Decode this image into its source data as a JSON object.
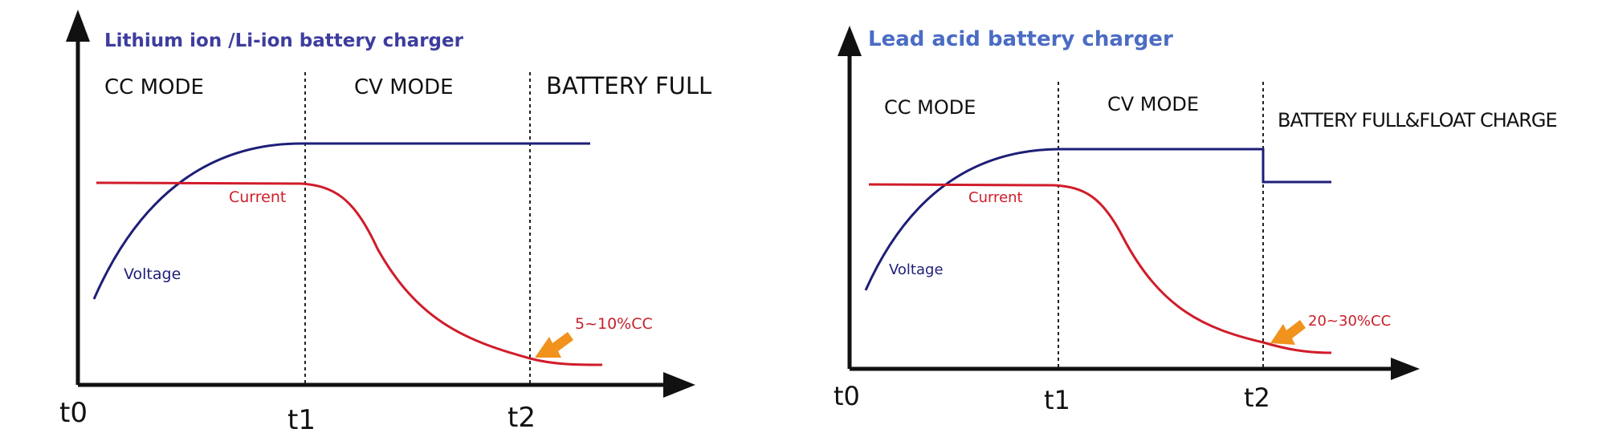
{
  "colors": {
    "axis": "#111111",
    "voltage": "#1e1e78",
    "current": "#d01c2a",
    "title_left": "#3d3d9e",
    "title_right": "#4a6cc4",
    "pointer": "#f0921c",
    "divider": "#222222"
  },
  "panels": [
    {
      "title": "Lithium ion /Li-ion battery charger",
      "modes": [
        "CC MODE",
        "CV MODE",
        "BATTERY FULL"
      ],
      "ticks": [
        "t0",
        "t1",
        "t2"
      ],
      "voltage_label": "Voltage",
      "current_label": "Current",
      "annotation": "5~10%CC"
    },
    {
      "title": "Lead acid battery charger",
      "modes": [
        "CC MODE",
        "CV MODE",
        "BATTERY FULL&FLOAT CHARGE"
      ],
      "ticks": [
        "t0",
        "t1",
        "t2"
      ],
      "voltage_label": "Voltage",
      "current_label": "Current",
      "annotation": "20~30%CC"
    }
  ]
}
